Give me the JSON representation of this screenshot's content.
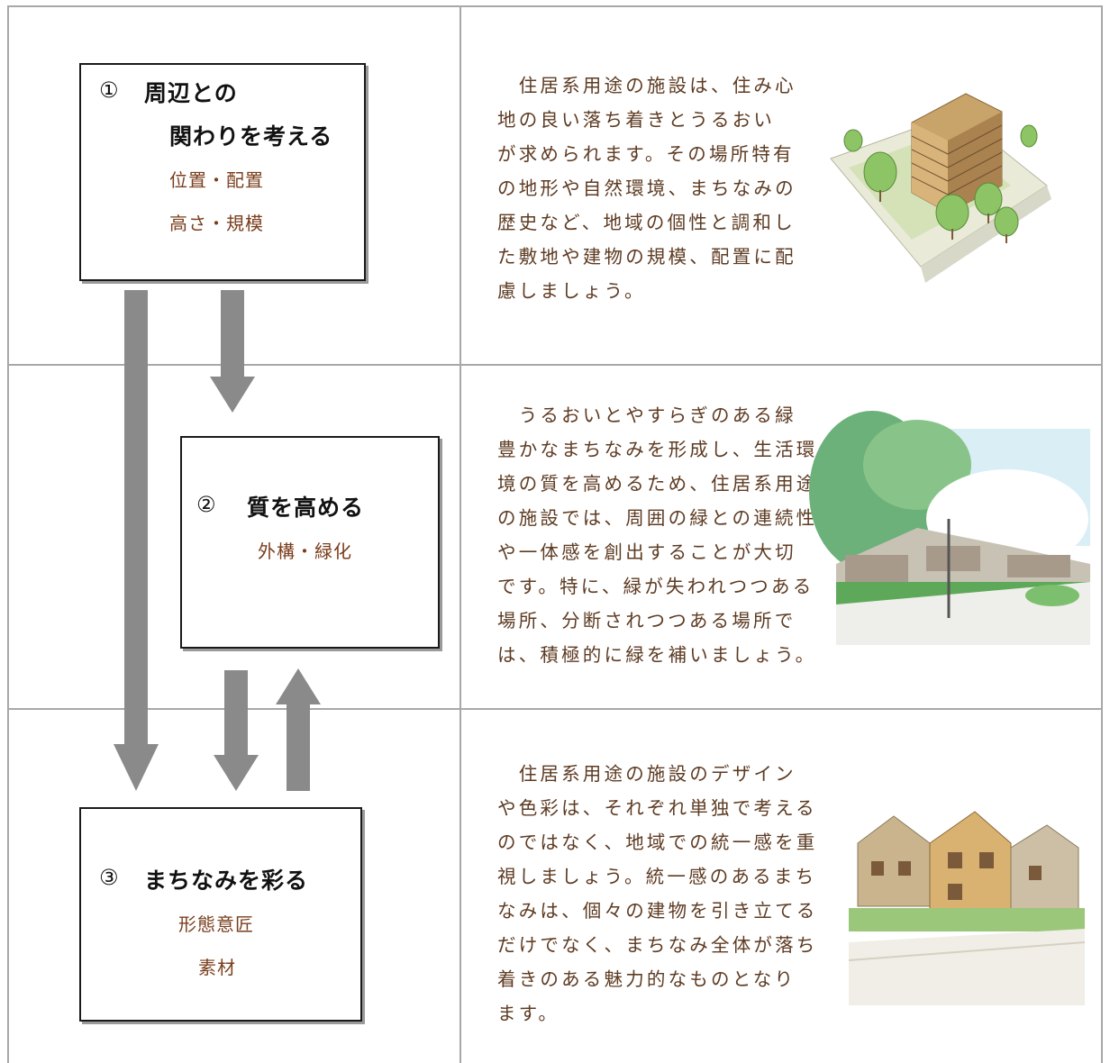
{
  "steps": [
    {
      "number": "①",
      "title_lines": [
        "周辺との",
        "関わりを考える"
      ],
      "subitems": [
        "位置・配置",
        "高さ・規模"
      ]
    },
    {
      "number": "②",
      "title_lines": [
        "質を高める"
      ],
      "subitems": [
        "外構・緑化"
      ]
    },
    {
      "number": "③",
      "title_lines": [
        "まちなみを彩る"
      ],
      "subitems": [
        "形態意匠",
        "素材"
      ]
    }
  ],
  "descriptions": [
    {
      "lines": [
        "　住居系用途の施設は、住み心",
        "地の良い落ち着きとうるおい",
        "が求められます。その場所特有",
        "の地形や自然環境、まちなみの",
        "歴史など、地域の個性と調和し",
        "た敷地や建物の規模、配置に配",
        "慮しましょう。"
      ]
    },
    {
      "lines": [
        "　うるおいとやすらぎのある緑",
        "豊かなまちなみを形成し、生活環",
        "境の質を高めるため、住居系用途",
        "の施設では、周囲の緑との連続性",
        "や一体感を創出することが大切",
        "です。特に、緑が失われつつある",
        "場所、分断されつつある場所で",
        "は、積極的に緑を補いましょう。"
      ]
    },
    {
      "lines": [
        "　住居系用途の施設のデザイン",
        "や色彩は、それぞれ単独で考える",
        "のではなく、地域での統一感を重",
        "視しましょう。統一感のあるまち",
        "なみは、個々の建物を引き立てる",
        "だけでなく、まちなみ全体が落ち",
        "着きのある魅力的なものとなり",
        "ます。"
      ]
    }
  ],
  "colors": {
    "arrow": "#8a8a8a",
    "body_text": "#5e3b22",
    "sub_text": "#7a3e1c",
    "grid": "#a8a8a8"
  },
  "illustrations": [
    "apartment-building-illustration",
    "green-streetscape-illustration",
    "townhouse-street-illustration"
  ]
}
